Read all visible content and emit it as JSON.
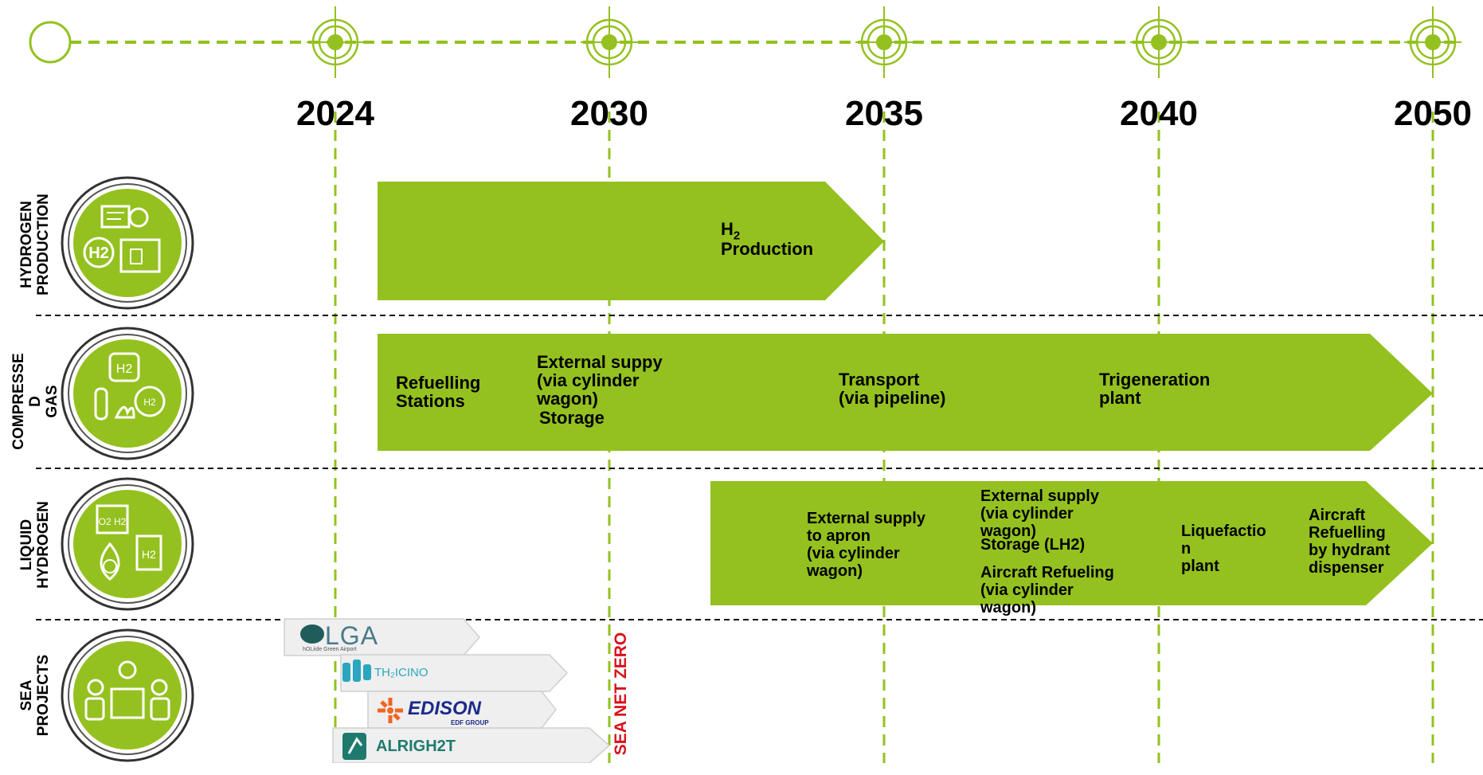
{
  "colors": {
    "green": "#94c11f",
    "dark_green": "#6aa820",
    "red": "#d9111b"
  },
  "timeline": {
    "years": [
      "2024",
      "2030",
      "2035",
      "2040",
      "2050"
    ]
  },
  "rows": [
    {
      "label": "HYDROGEN\nPRODUCTION",
      "icon": "h2-production-icon"
    },
    {
      "label": "COMPRESSE\nD\nGAS",
      "icon": "compressed-gas-icon"
    },
    {
      "label": "LIQUID\nHYDROGEN",
      "icon": "liquid-hydrogen-icon"
    },
    {
      "label": "SEA\nPROJECTS",
      "icon": "meeting-icon"
    }
  ],
  "bars": {
    "production": {
      "h2": "H",
      "sub": "2",
      "production": "Production"
    },
    "compressed": {
      "refuelling": "Refuelling\nStations",
      "external": "External suppy\n(via cylinder\nwagon)",
      "storage": "Storage",
      "transport": "Transport\n(via pipeline)",
      "trigeneration": "Trigeneration\nplant"
    },
    "liquid": {
      "apron": "External supply\nto apron\n(via cylinder\nwagon)",
      "external": "External supply\n(via cylinder\nwagon)",
      "storage": "Storage (LH2)",
      "refueling": "Aircraft Refueling\n(via cylinder\nwagon)",
      "liquefaction": "Liquefactio\nn\nplant",
      "hydrant": "Aircraft\nRefuelling\nby hydrant\ndispenser"
    }
  },
  "projects": {
    "lga": {
      "name": "LGA",
      "tagline": "hOLiide Green Airport"
    },
    "th2icino": {
      "name": "TH₂ICINO"
    },
    "edison": {
      "name": "EDISON",
      "tagline": "EDF GROUP"
    },
    "alrigh2t": {
      "name": "ALRIGH2T"
    }
  },
  "milestone": "SEA NET ZERO"
}
